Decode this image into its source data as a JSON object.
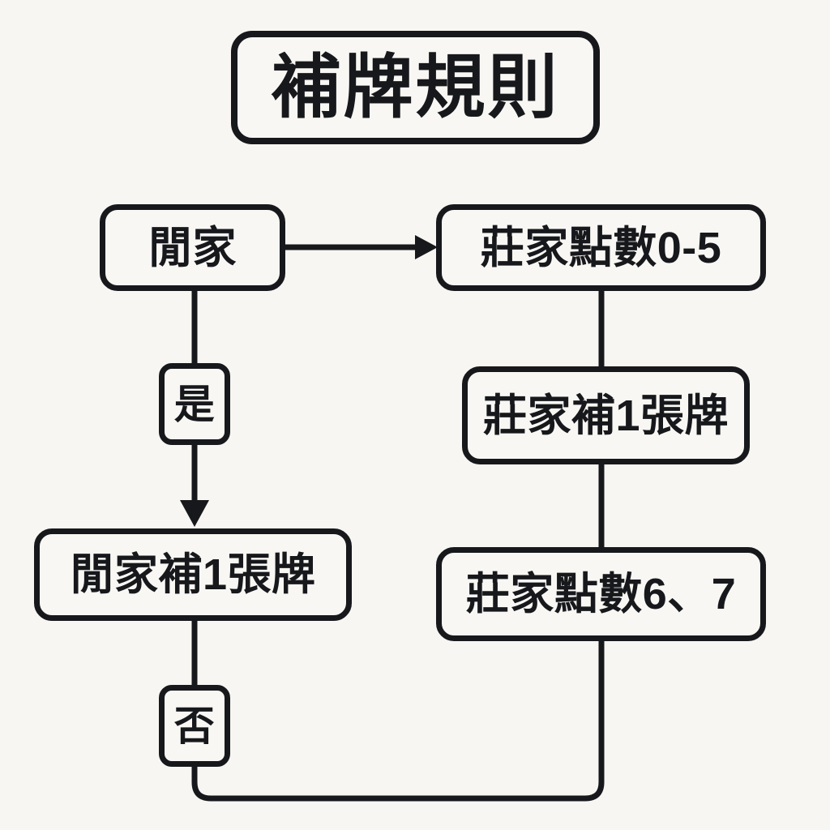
{
  "page": {
    "background_color": "#f7f6f2",
    "ink_color": "#17181c",
    "box_fill_color": "#f8f7f3"
  },
  "title": {
    "text": "補牌規則"
  },
  "nodes": [
    {
      "id": "player",
      "label": "閒家",
      "role": "start-node"
    },
    {
      "id": "banker05",
      "label": "莊家點數0-5",
      "role": "condition-node"
    },
    {
      "id": "bankerdraw",
      "label": "莊家補1張牌",
      "role": "action-node"
    },
    {
      "id": "playerdraw",
      "label": "閒家補1張牌",
      "role": "action-node"
    },
    {
      "id": "banker67",
      "label": "莊家點數6、7",
      "role": "condition-node"
    }
  ],
  "edge_labels": [
    {
      "id": "yes",
      "label": "是"
    },
    {
      "id": "no",
      "label": "否"
    }
  ],
  "edges": [
    {
      "from": "player",
      "to": "banker05",
      "label": "",
      "arrow": "right"
    },
    {
      "from": "player",
      "to": "playerdraw",
      "label": "是",
      "arrow": "down"
    },
    {
      "from": "banker05",
      "to": "bankerdraw",
      "label": "",
      "arrow": "none"
    },
    {
      "from": "bankerdraw",
      "to": "banker67",
      "label": "",
      "arrow": "none"
    },
    {
      "from": "playerdraw",
      "to": "banker67",
      "label": "否",
      "arrow": "none"
    }
  ]
}
